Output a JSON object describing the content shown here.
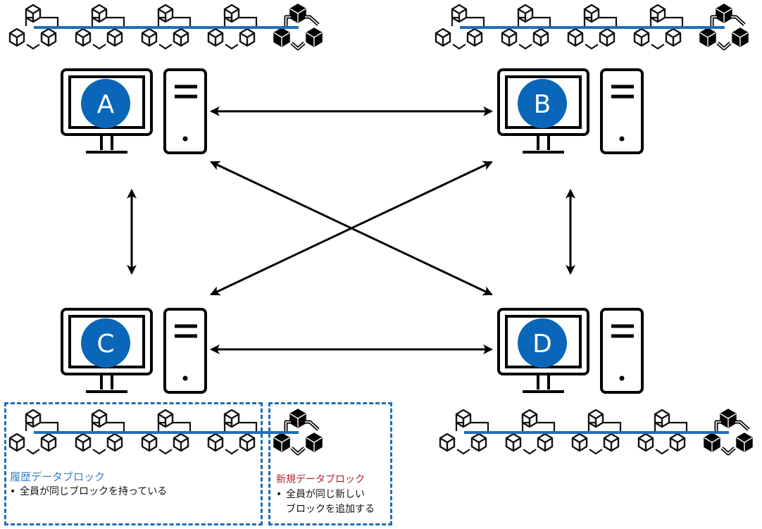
{
  "colors": {
    "accent_blue": "#0a66b8",
    "chain_line": "#1f6eb5",
    "history_title": "#3a7cc6",
    "new_title": "#b0242d",
    "stroke": "#111111"
  },
  "nodes": [
    {
      "id": "A",
      "label": "A",
      "position": "top-left"
    },
    {
      "id": "B",
      "label": "B",
      "position": "top-right"
    },
    {
      "id": "C",
      "label": "C",
      "position": "bottom-left"
    },
    {
      "id": "D",
      "label": "D",
      "position": "bottom-right"
    }
  ],
  "connections": [
    {
      "from": "A",
      "to": "B",
      "type": "bidirectional"
    },
    {
      "from": "A",
      "to": "C",
      "type": "bidirectional"
    },
    {
      "from": "B",
      "to": "D",
      "type": "bidirectional"
    },
    {
      "from": "C",
      "to": "D",
      "type": "bidirectional"
    },
    {
      "from": "A",
      "to": "D",
      "type": "bidirectional"
    },
    {
      "from": "B",
      "to": "C",
      "type": "bidirectional"
    }
  ],
  "chains": [
    {
      "owner": "A",
      "history_blocks": 4,
      "new_blocks": 1
    },
    {
      "owner": "B",
      "history_blocks": 4,
      "new_blocks": 1
    },
    {
      "owner": "C",
      "history_blocks": 4,
      "new_blocks": 1
    },
    {
      "owner": "D",
      "history_blocks": 4,
      "new_blocks": 1
    }
  ],
  "legend": {
    "history": {
      "title": "履歴データブロック",
      "bullet": "•",
      "lines": [
        "全員が同じブロックを持っている"
      ]
    },
    "new": {
      "title": "新規データブロック",
      "bullet": "•",
      "lines": [
        "全員が同じ新しい",
        "ブロックを追加する"
      ]
    }
  }
}
